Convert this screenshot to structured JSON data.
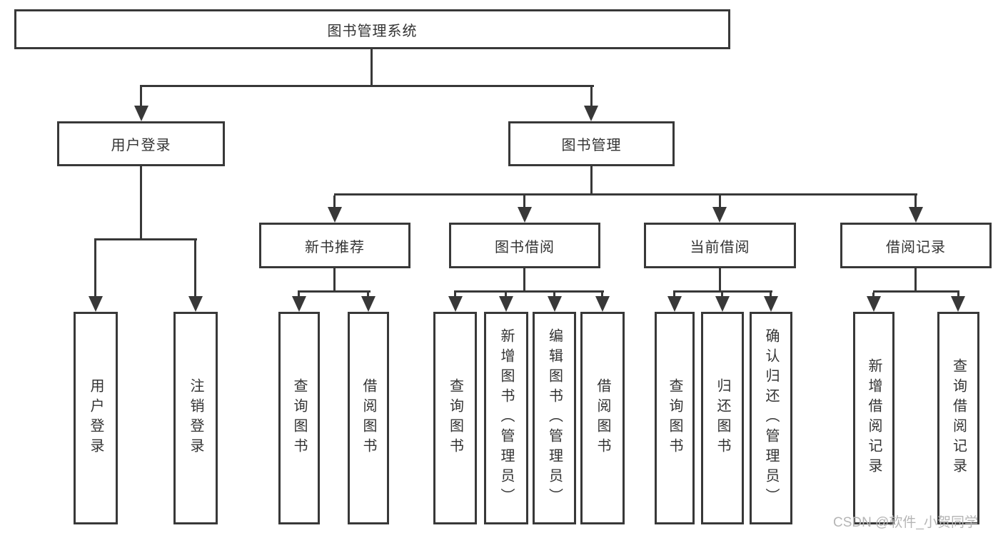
{
  "tree": {
    "root": "图书管理系统",
    "children": [
      {
        "label": "用户登录",
        "children": [
          "用户登录",
          "注销登录"
        ]
      },
      {
        "label": "图书管理",
        "children": [
          {
            "label": "新书推荐",
            "children": [
              "查询图书",
              "借阅图书"
            ]
          },
          {
            "label": "图书借阅",
            "children": [
              "查询图书",
              "新增图书（管理员）",
              "编辑图书（管理员）",
              "借阅图书"
            ]
          },
          {
            "label": "当前借阅",
            "children": [
              "查询图书",
              "归还图书",
              "确认归还（管理员）"
            ]
          },
          {
            "label": "借阅记录",
            "children": [
              "新增借阅记录",
              "查询借阅记录"
            ]
          }
        ]
      }
    ]
  },
  "watermark": {
    "text": "CSDN @软件_小贺同学"
  },
  "colors": {
    "line": "#383838",
    "text": "#333333",
    "watermark": "#b5b5b5",
    "background": "#ffffff"
  }
}
